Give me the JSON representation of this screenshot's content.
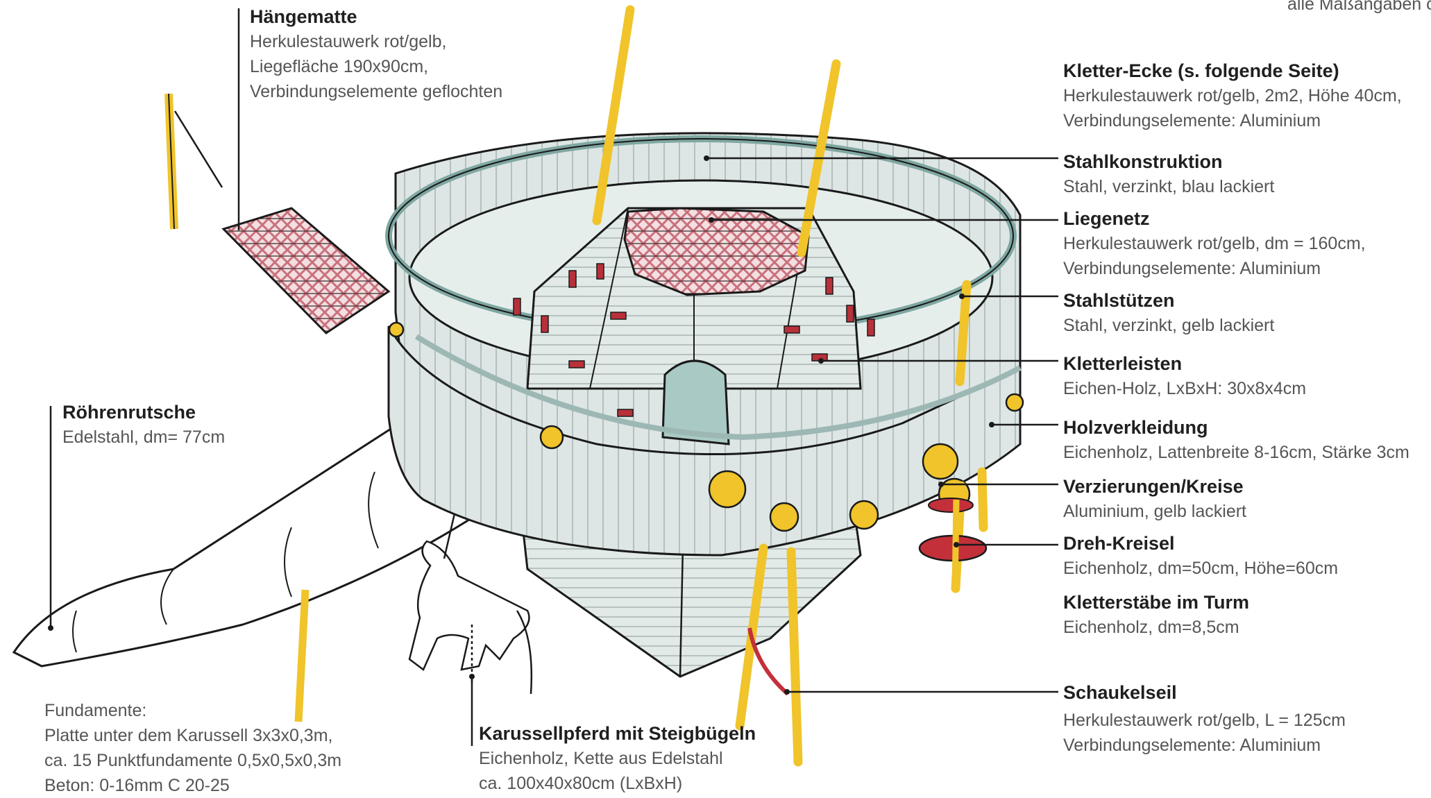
{
  "top_note": "alle Maßangaben c",
  "labels": {
    "haengematte": {
      "title": "Hängematte",
      "lines": [
        "Herkulestauwerk rot/gelb,",
        "Liegefläche 190x90cm,",
        "Verbindungselemente geflochten"
      ]
    },
    "kletter_ecke": {
      "title": "Kletter-Ecke (s. folgende Seite)",
      "lines": [
        "Herkulestauwerk rot/gelb, 2m2, Höhe 40cm,",
        "Verbindungselemente: Aluminium"
      ]
    },
    "stahlkonstruktion": {
      "title": "Stahlkonstruktion",
      "lines": [
        "Stahl, verzinkt, blau lackiert"
      ]
    },
    "liegenetz": {
      "title": "Liegenetz",
      "lines": [
        "Herkulestauwerk rot/gelb, dm = 160cm,",
        "Verbindungselemente: Aluminium"
      ]
    },
    "stahlstuetzen": {
      "title": "Stahlstützen",
      "lines": [
        "Stahl, verzinkt, gelb lackiert"
      ]
    },
    "kletterleisten": {
      "title": "Kletterleisten",
      "lines": [
        "Eichen-Holz, LxBxH: 30x8x4cm"
      ]
    },
    "holzverkleidung": {
      "title": "Holzverkleidung",
      "lines": [
        "Eichenholz, Lattenbreite 8-16cm, Stärke 3cm"
      ]
    },
    "verzierungen": {
      "title": "Verzierungen/Kreise",
      "lines": [
        "Aluminium, gelb lackiert"
      ]
    },
    "dreh_kreisel": {
      "title": "Dreh-Kreisel",
      "lines": [
        "Eichenholz, dm=50cm, Höhe=60cm"
      ]
    },
    "kletterstaebe": {
      "title": "Kletterstäbe im Turm",
      "lines": [
        "Eichenholz, dm=8,5cm"
      ]
    },
    "schaukelseil": {
      "title": "Schaukelseil",
      "lines": [
        "Herkulestauwerk rot/gelb, L = 125cm",
        "Verbindungselemente: Aluminium"
      ]
    },
    "roehrenrutsche": {
      "title": "Röhrenrutsche",
      "lines": [
        "Edelstahl, dm= 77cm"
      ]
    },
    "karussellpferd": {
      "title": "Karussellpferd mit Steigbügeln",
      "lines": [
        "Eichenholz, Kette aus Edelstahl",
        "ca. 100x40x80cm (LxBxH)"
      ]
    }
  },
  "fundamente": [
    "Fundamente:",
    "Platte unter dem Karussell 3x3x0,3m,",
    "ca. 15 Punktfundamente 0,5x0,5x0,3m",
    "Beton: 0-16mm C 20-25"
  ],
  "colors": {
    "wood": "#dfe7e5",
    "rim": "#a9c2bf",
    "yellow": "#f0c42a",
    "net": "#d98a93",
    "red": "#c4303a",
    "ink": "#1a1a1a"
  }
}
